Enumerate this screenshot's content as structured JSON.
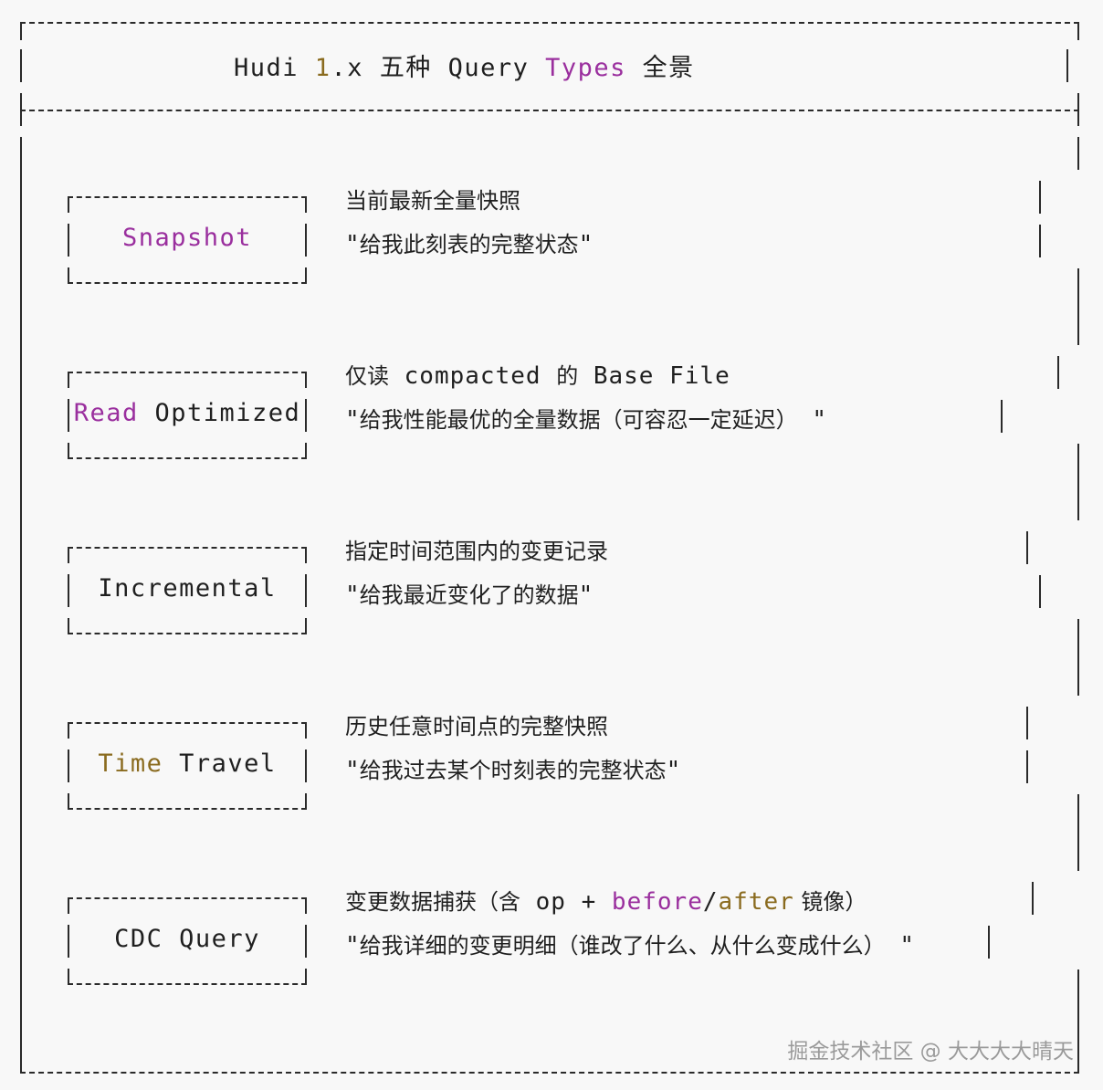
{
  "title": {
    "part1": "Hudi ",
    "version_num": "1",
    "version_rest": ".x",
    "part2": " 五种 Query ",
    "types_word": "Types",
    "part3": " 全景"
  },
  "query_types": [
    {
      "label": "Snapshot",
      "desc": "当前最新全量快照",
      "quote": "给我此刻表的完整状态"
    },
    {
      "label_part1": "Read",
      "label_part2": " Optimized",
      "desc_part1": "仅读",
      "desc_part2": " compacted ",
      "desc_part3": "的",
      "desc_part4": " Base File",
      "quote": "给我性能最优的全量数据（可容忍一定延迟）"
    },
    {
      "label": "Incremental",
      "desc": "指定时间范围内的变更记录",
      "quote": "给我最近变化了的数据"
    },
    {
      "label_part1": "Time",
      "label_part2": " Travel",
      "desc": "历史任意时间点的完整快照",
      "quote": "给我过去某个时刻表的完整状态"
    },
    {
      "label": "CDC Query",
      "desc_part1": "变更数据捕获（含",
      "desc_part2": " op + ",
      "desc_part3": "before",
      "desc_part4": "/",
      "desc_part5": "after",
      "desc_part6": " 镜像）",
      "quote": "给我详细的变更明细（谁改了什么、从什么变成什么）"
    }
  ],
  "quote_mark": "\"",
  "watermark": "掘金技术社区 @ 大大大大晴天",
  "colors": {
    "keyword_purple": "#9a2f9e",
    "number_gold": "#8a6b1f",
    "frame": "#2a2a2a"
  }
}
